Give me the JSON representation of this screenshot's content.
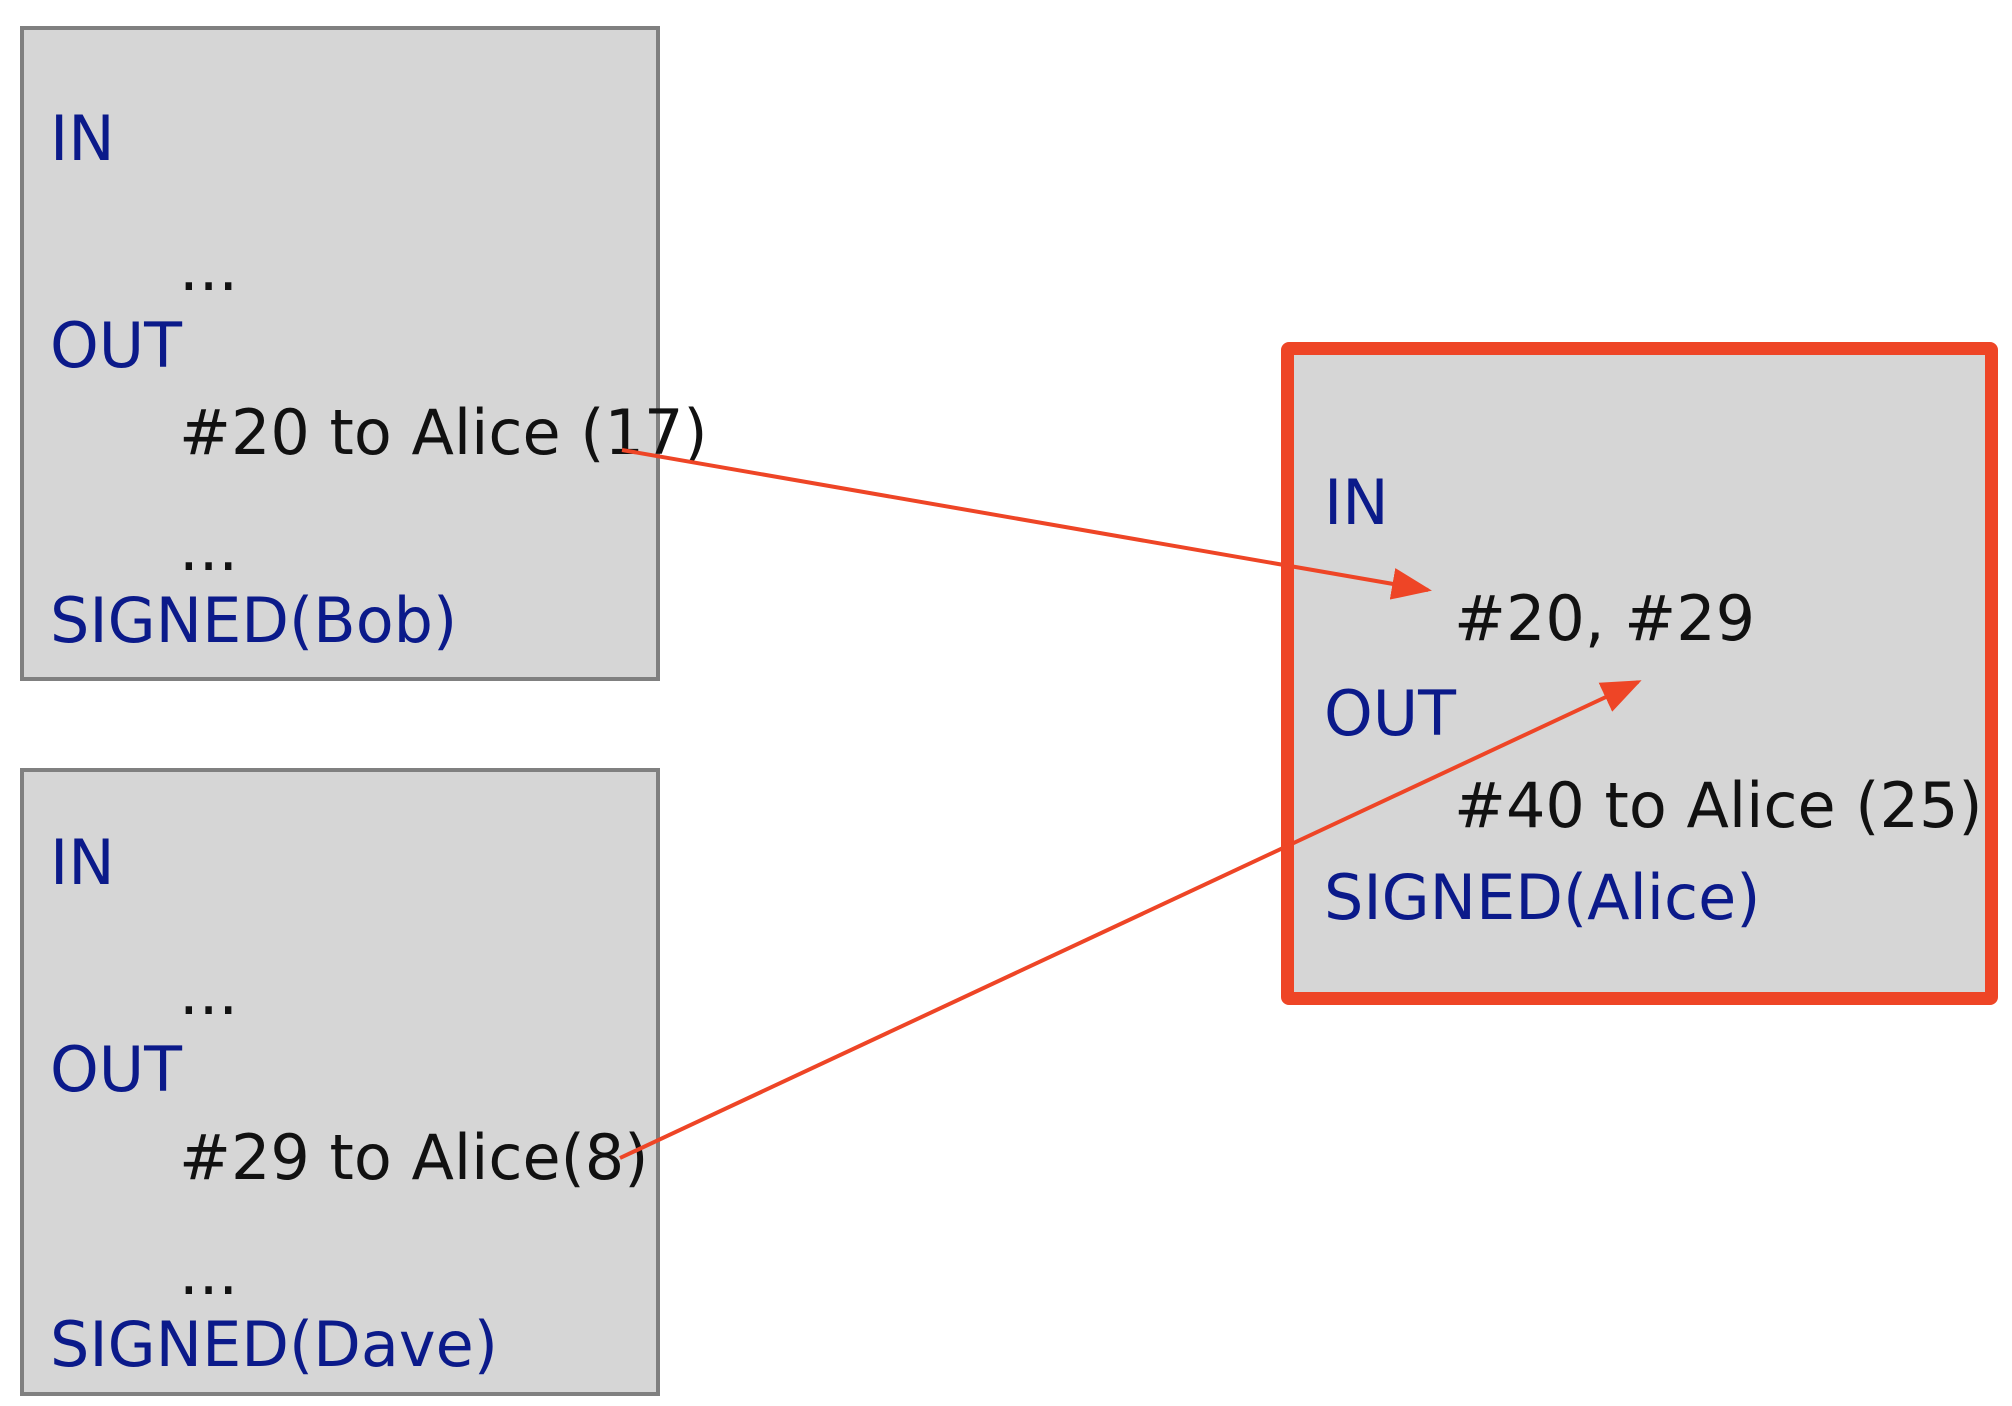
{
  "transactions": [
    {
      "in_label": "IN",
      "in_value": "...",
      "out_label": "OUT",
      "out_lines": [
        "#20 to Alice (17)",
        "..."
      ],
      "signed": "SIGNED(Bob)"
    },
    {
      "in_label": "IN",
      "in_value": "...",
      "out_label": "OUT",
      "out_lines": [
        "#29 to Alice(8)",
        "..."
      ],
      "signed": "SIGNED(Dave)"
    },
    {
      "in_label": "IN",
      "in_value": "#20, #29",
      "out_label": "OUT",
      "out_lines": [
        "#40 to Alice (25)"
      ],
      "signed": "SIGNED(Alice)"
    }
  ],
  "colors": {
    "keyword": "#0b1a8a",
    "value": "#111111",
    "arrow": "#ee4526",
    "highlight_border": "#ee4526",
    "box_fill": "#d6d6d6",
    "box_border": "#808080"
  }
}
